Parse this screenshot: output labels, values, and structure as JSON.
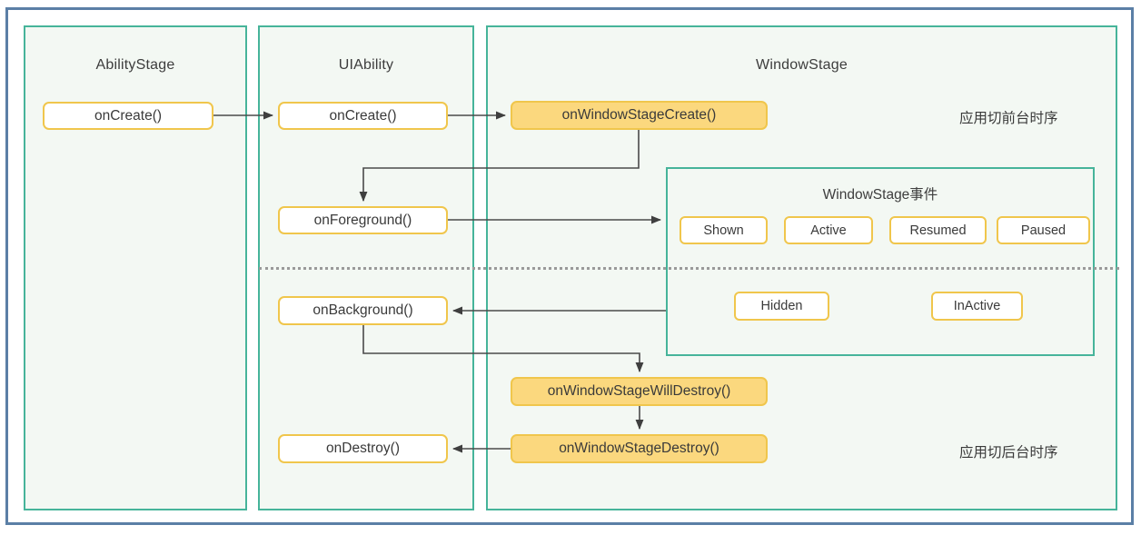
{
  "diagram": {
    "title_note_foreground": "应用切前台时序",
    "title_note_background": "应用切后台时序",
    "colors": {
      "outer_border": "#5b7fa6",
      "lane_border": "#46b49a",
      "lane_fill": "#f3f8f3",
      "node_border": "#f0c64c",
      "node_fill_solid": "#fbd87e",
      "node_fill_light": "#ffffff",
      "connector": "#4a4a4a",
      "divider": "#9a9a9a"
    },
    "lanes": [
      {
        "id": "abilitystage",
        "label": "AbilityStage"
      },
      {
        "id": "uiability",
        "label": "UIAbility"
      },
      {
        "id": "windowstage",
        "label": "WindowStage"
      }
    ],
    "nodes": {
      "abilitystage_oncreate": "onCreate()",
      "uiability_oncreate": "onCreate()",
      "window_stage_create": "onWindowStageCreate()",
      "on_foreground": "onForeground()",
      "on_background": "onBackground()",
      "window_stage_will_destroy": "onWindowStageWillDestroy()",
      "window_stage_destroy": "onWindowStageDestroy()",
      "on_destroy": "onDestroy()"
    },
    "events_group": {
      "label": "WindowStage事件",
      "row_top": [
        "Shown",
        "Active",
        "Resumed",
        "Paused"
      ],
      "row_bottom": [
        "Hidden",
        "InActive"
      ]
    }
  }
}
